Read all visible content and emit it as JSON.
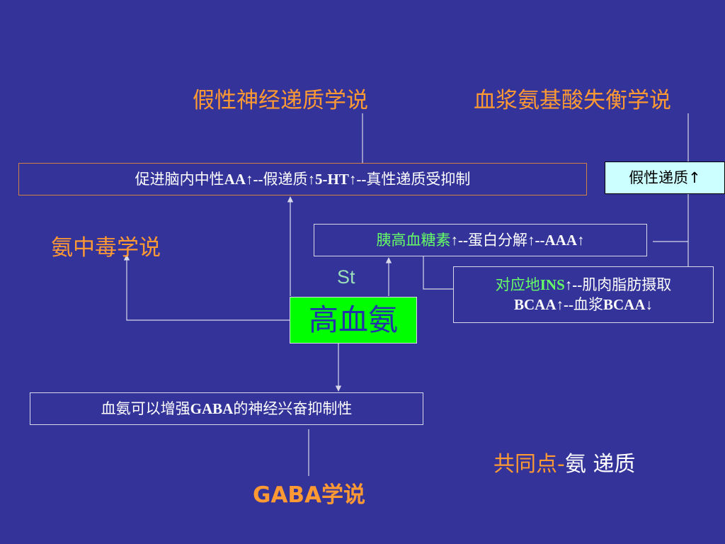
{
  "colors": {
    "background": "#333399",
    "title": "#ff9933",
    "green_box": "#00ff00",
    "green_text": "#66ff66",
    "line": "#d8d8e8",
    "light_box": "#ccffff"
  },
  "titles": {
    "false_neurotransmitter": "假性神经递质学说",
    "amino_imbalance": "血浆氨基酸失衡学说",
    "ammonia_poisoning": "氨中毒学说",
    "gaba": "GABA学说",
    "common_point_a": "共同点-",
    "common_point_b": "氨  递质"
  },
  "boxes": {
    "promote": {
      "p1": "促进脑内中性",
      "p2": "AA↑--",
      "p3": "假递质",
      "p4": "↑5-HT↑--",
      "p5": "真性递质受抑制"
    },
    "false_transmitter": "假性递质↑",
    "glucagon": {
      "p1": "胰高血糖素",
      "p2": "↑--",
      "p3": "蛋白分解",
      "p4": "↑--AAA↑"
    },
    "ins": {
      "p1": "对应地",
      "p2": "INS",
      "p3": "↑--",
      "p4": "肌肉脂肪摄取",
      "p5": "BCAA↑--",
      "p6": "血浆",
      "p7": "BCAA↓"
    },
    "hyperammonemia": "高血氨",
    "gaba_box": {
      "p1": "血氨可以增强",
      "p2": "GABA",
      "p3": "的神经兴奋抑制性"
    }
  },
  "labels": {
    "st": "St"
  }
}
